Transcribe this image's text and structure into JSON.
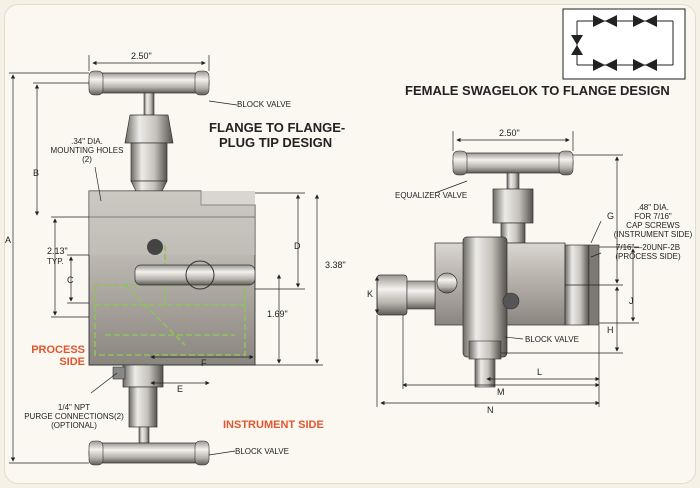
{
  "titles": {
    "female_design": "FEMALE SWAGELOK TO FLANGE DESIGN",
    "flange_design_line1": "FLANGE TO FLANGE-",
    "flange_design_line2": "PLUG TIP DESIGN"
  },
  "left_view": {
    "width_top": "2.50\"",
    "block_valve_top": "BLOCK VALVE",
    "mounting_holes": [
      ".34\" DIA.",
      "MOUNTING HOLES",
      "(2)"
    ],
    "dim_A": "A",
    "dim_B": "B",
    "dim_C": "C",
    "dim_D": "D",
    "dim_E": "E",
    "dim_F": "F",
    "typ_val": "2.13\"",
    "typ_label": "TYP.",
    "v338": "3.38\"",
    "v169": "1.69\"",
    "process_side": [
      "PROCESS",
      "SIDE"
    ],
    "purge": [
      "1/4\" NPT",
      "PURGE CONNECTIONS(2)",
      "(OPTIONAL)"
    ],
    "instrument_side": "INSTRUMENT SIDE",
    "block_valve_bottom": "BLOCK VALVE"
  },
  "right_view": {
    "width_top": "2.50\"",
    "equalizer_valve": "EQUALIZER VALVE",
    "cap_screws": [
      ".48\" DIA.",
      "FOR 7/16\"",
      "CAP SCREWS",
      "(INSTRUMENT SIDE)"
    ],
    "unf": [
      "7/16\"—20UNF-2B",
      "(PROCESS SIDE)"
    ],
    "block_valve": "BLOCK VALVE",
    "dim_G": "G",
    "dim_H": "H",
    "dim_J": "J",
    "dim_K": "K",
    "dim_L": "L",
    "dim_M": "M",
    "dim_N": "N"
  },
  "colors": {
    "accent_red": "#e2562f",
    "line": "#222222",
    "dashed_green": "#8fc25a",
    "metal_light": "#e8e6e2",
    "metal_dark": "#6f6b66"
  },
  "icons": [
    "valve-schematic-icon"
  ]
}
